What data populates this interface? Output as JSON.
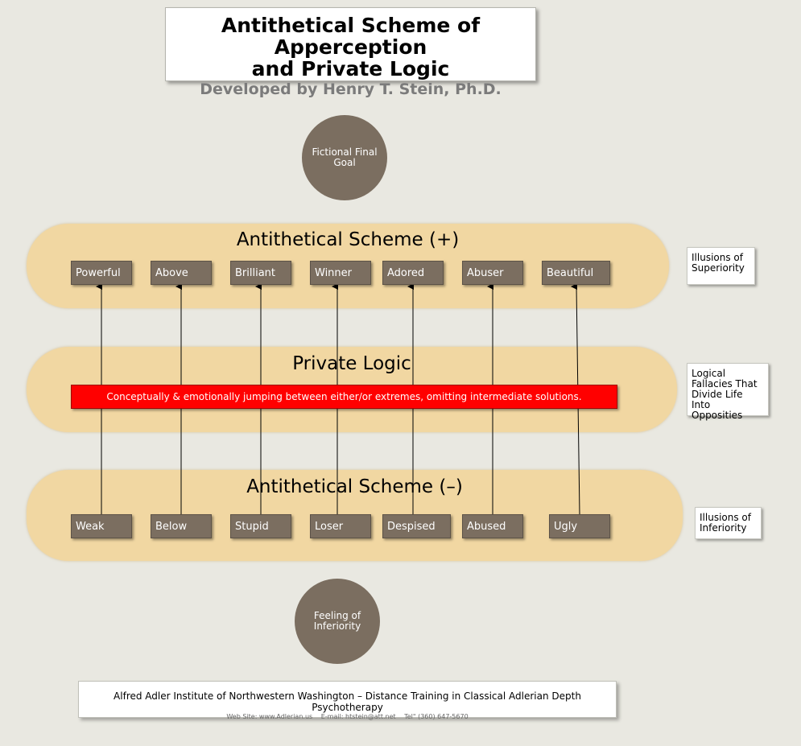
{
  "header": {
    "title_line1": "Antithetical Scheme of Apperception",
    "title_line2": "and Private Logic",
    "subtitle": "Developed by Henry T. Stein, Ph.D."
  },
  "top_circle": {
    "line1": "Fictional Final",
    "line2": "Goal"
  },
  "bottom_circle": {
    "line1": "Feeling of",
    "line2": "Inferiority"
  },
  "bands": {
    "positive": {
      "title": "Antithetical Scheme (+)",
      "nodes": [
        "Powerful",
        "Above",
        "Brilliant",
        "Winner",
        "Adored",
        "Abuser",
        "Beautiful"
      ]
    },
    "logic": {
      "title": "Private Logic",
      "bar_text": "Conceptually & emotionally jumping between either/or extremes, omitting intermediate solutions."
    },
    "negative": {
      "title": "Antithetical Scheme (–)",
      "nodes": [
        "Weak",
        "Below",
        "Stupid",
        "Loser",
        "Despised",
        "Abused",
        "Ugly"
      ]
    }
  },
  "side_labels": {
    "superiority": {
      "line1": "Illusions of",
      "line2": "Superiority"
    },
    "fallacies": {
      "line1": "Logical",
      "line2": "Fallacies That",
      "line3": "Divide Life Into",
      "line4": "Opposities"
    },
    "inferiority": {
      "line1": "Illusions of",
      "line2": "Inferiority"
    }
  },
  "footer": {
    "main": "Alfred Adler Institute of Northwestern Washington – Distance Training in Classical Adlerian Depth Psychotherapy",
    "website": "Web Site: www.Adlerian.us",
    "email": "E-mail: htstein@att.net",
    "tel": "Tel\" (360) 647-5670"
  },
  "colors": {
    "background": "#e9e8e1",
    "band": "#f1d7a2",
    "node": "#7b6e60",
    "highlight_bar": "#ff0000"
  }
}
